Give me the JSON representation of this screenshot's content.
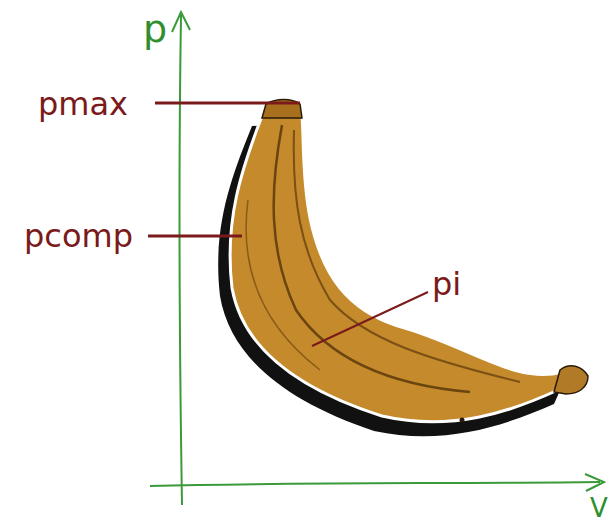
{
  "diagram": {
    "labels": [
      "p",
      "pmax",
      "pcomp",
      "pi",
      "V"
    ]
  }
}
